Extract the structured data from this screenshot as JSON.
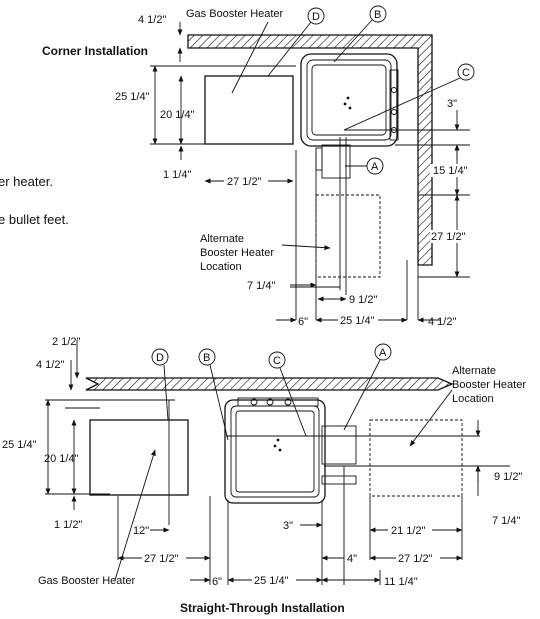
{
  "corner": {
    "title": "Corner Installation",
    "booster_label": "Gas Booster Heater",
    "alt_label_1": "Alternate",
    "alt_label_2": "Booster Heater",
    "alt_label_3": "Location",
    "callouts": {
      "a": "A",
      "b": "B",
      "c": "C",
      "d": "D"
    },
    "dims": {
      "wall_top": "4 1/2\"",
      "outer_height": "25 1/4\"",
      "inner_height": "20 1/4\"",
      "bottom_gap": "1 1/4\"",
      "heater_width": "27 1/2\"",
      "pipe_offset": "3\"",
      "side_15": "15 1/4\"",
      "side_27": "27 1/2\"",
      "alt_offset": "7 1/4\"",
      "pipe_9": "9 1/2\"",
      "gap_6": "6\"",
      "unit_width": "25 1/4\"",
      "wall_right": "4 1/2\""
    }
  },
  "straight": {
    "title": "Straight-Through Installation",
    "booster_label": "Gas Booster Heater",
    "alt_label_1": "Alternate",
    "alt_label_2": "Booster Heater",
    "alt_label_3": "Location",
    "callouts": {
      "a": "A",
      "b": "B",
      "c": "C",
      "d": "D"
    },
    "dims": {
      "top_2": "2 1/2\"",
      "top_4": "4 1/2\"",
      "outer_height": "25 1/4\"",
      "inner_height": "20 1/4\"",
      "bottom_gap": "1 1/2\"",
      "offset_12": "12\"",
      "heater_width": "27 1/2\"",
      "gap_6": "6\"",
      "unit_width": "25 1/4\"",
      "pipe_3": "3\"",
      "pipe_4": "4\"",
      "pipe_11": "11 1/4\"",
      "alt_21": "21 1/2\"",
      "alt_27": "27 1/2\"",
      "pipe_9": "9 1/2\"",
      "alt_7": "7 1/4\""
    }
  },
  "margin_text": {
    "line1": "er heater.",
    "line2": "e bullet feet."
  }
}
